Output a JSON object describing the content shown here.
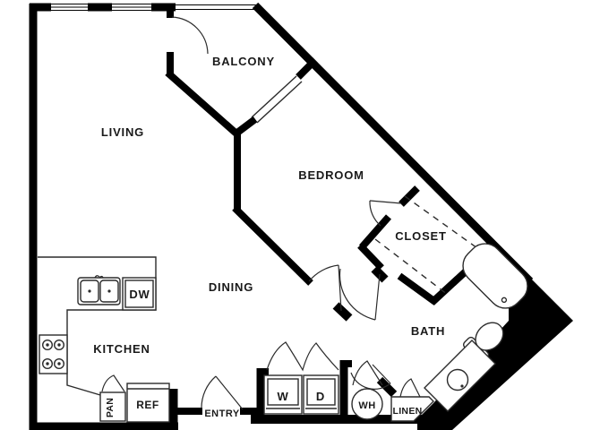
{
  "plan": {
    "labels": {
      "living": "LIVING",
      "balcony": "BALCONY",
      "bedroom": "BEDROOM",
      "closet": "CLOSET",
      "dining": "DINING",
      "kitchen": "KITCHEN",
      "bath": "BATH",
      "entry": "ENTRY",
      "linen": "LINEN",
      "pantry": "PAN",
      "refrigerator": "REF",
      "washer": "W",
      "dryer": "D",
      "water_heater": "WH",
      "dishwasher": "DW"
    },
    "colors": {
      "wall": "#000000",
      "line": "#2b2b2b",
      "background": "#ffffff",
      "label": "#1a1a1a"
    }
  }
}
